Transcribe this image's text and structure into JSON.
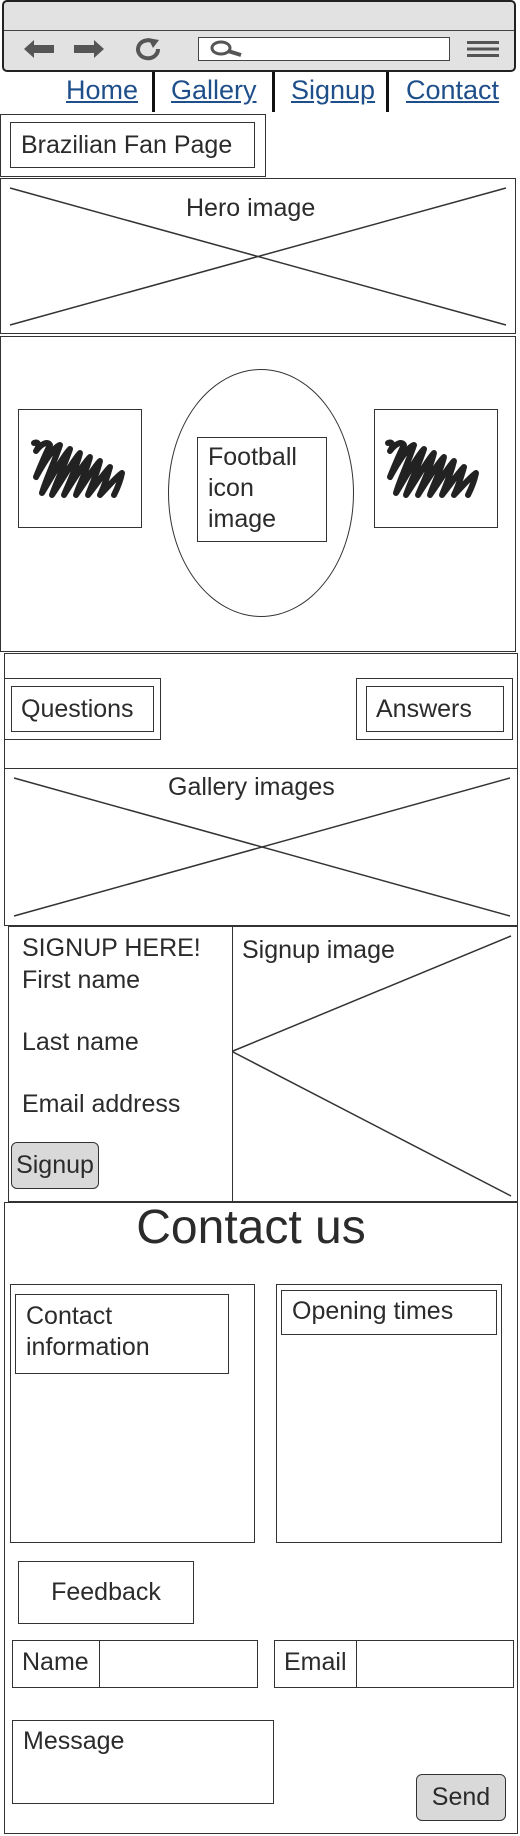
{
  "nav": {
    "home": "Home",
    "gallery": "Gallery",
    "signup": "Signup",
    "contact": "Contact"
  },
  "brand": {
    "title": "Brazilian Fan Page"
  },
  "hero": {
    "label": "Hero image"
  },
  "featured": {
    "center_label": "Football icon image"
  },
  "qa": {
    "questions": "Questions",
    "answers": "Answers"
  },
  "gallery": {
    "label": "Gallery images"
  },
  "signup": {
    "heading": "SIGNUP HERE!",
    "first_name": "First name",
    "last_name": "Last name",
    "email": "Email address",
    "button": "Signup",
    "image_label": "Signup image"
  },
  "contact": {
    "title": "Contact us",
    "info": "Contact information",
    "opening_times": "Opening times",
    "feedback": "Feedback",
    "name_label": "Name",
    "email_label": "Email",
    "message_label": "Message",
    "send": "Send"
  },
  "icons": {
    "back": "back-arrow-icon",
    "forward": "forward-arrow-icon",
    "reload": "reload-icon",
    "search": "search-icon",
    "menu": "hamburger-menu-icon"
  }
}
